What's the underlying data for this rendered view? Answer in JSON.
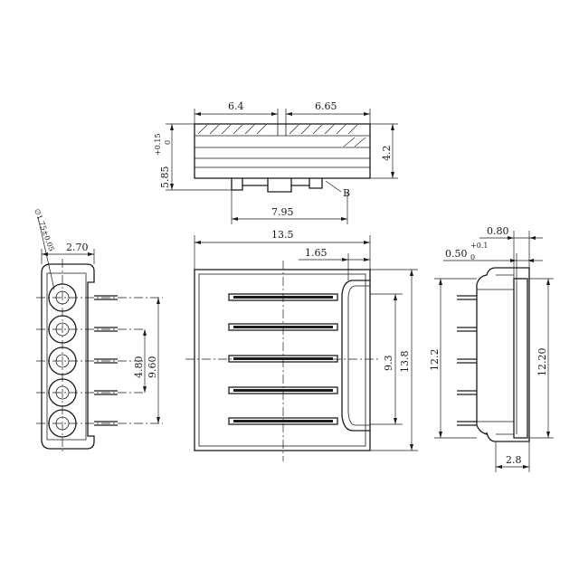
{
  "top_view": {
    "dim_left_width": "6.4",
    "dim_right_width": "6.65",
    "dim_height": "4.2",
    "dim_total_height": "5.85",
    "dim_total_height_tol_upper": "+0.15",
    "dim_total_height_tol_lower": "0",
    "dim_peg_span": "7.95",
    "detail_label": "B"
  },
  "front_view": {
    "dim_width": "13.5",
    "dim_latch": "1.65",
    "dim_slot_span": "9.3",
    "dim_height": "13.8"
  },
  "left_view": {
    "dim_hole": "∅1.75±0.05",
    "dim_edge": "2.70",
    "dim_pitch_inner": "4.80",
    "dim_pitch_outer": "9.60"
  },
  "right_view": {
    "dim_wall": "0.80",
    "dim_gap": "0.50",
    "dim_gap_tol_upper": "+0.1",
    "dim_gap_tol_lower": "0",
    "dim_inner_height": "12.2",
    "dim_outer_height": "12.20",
    "dim_depth": "2.8"
  }
}
